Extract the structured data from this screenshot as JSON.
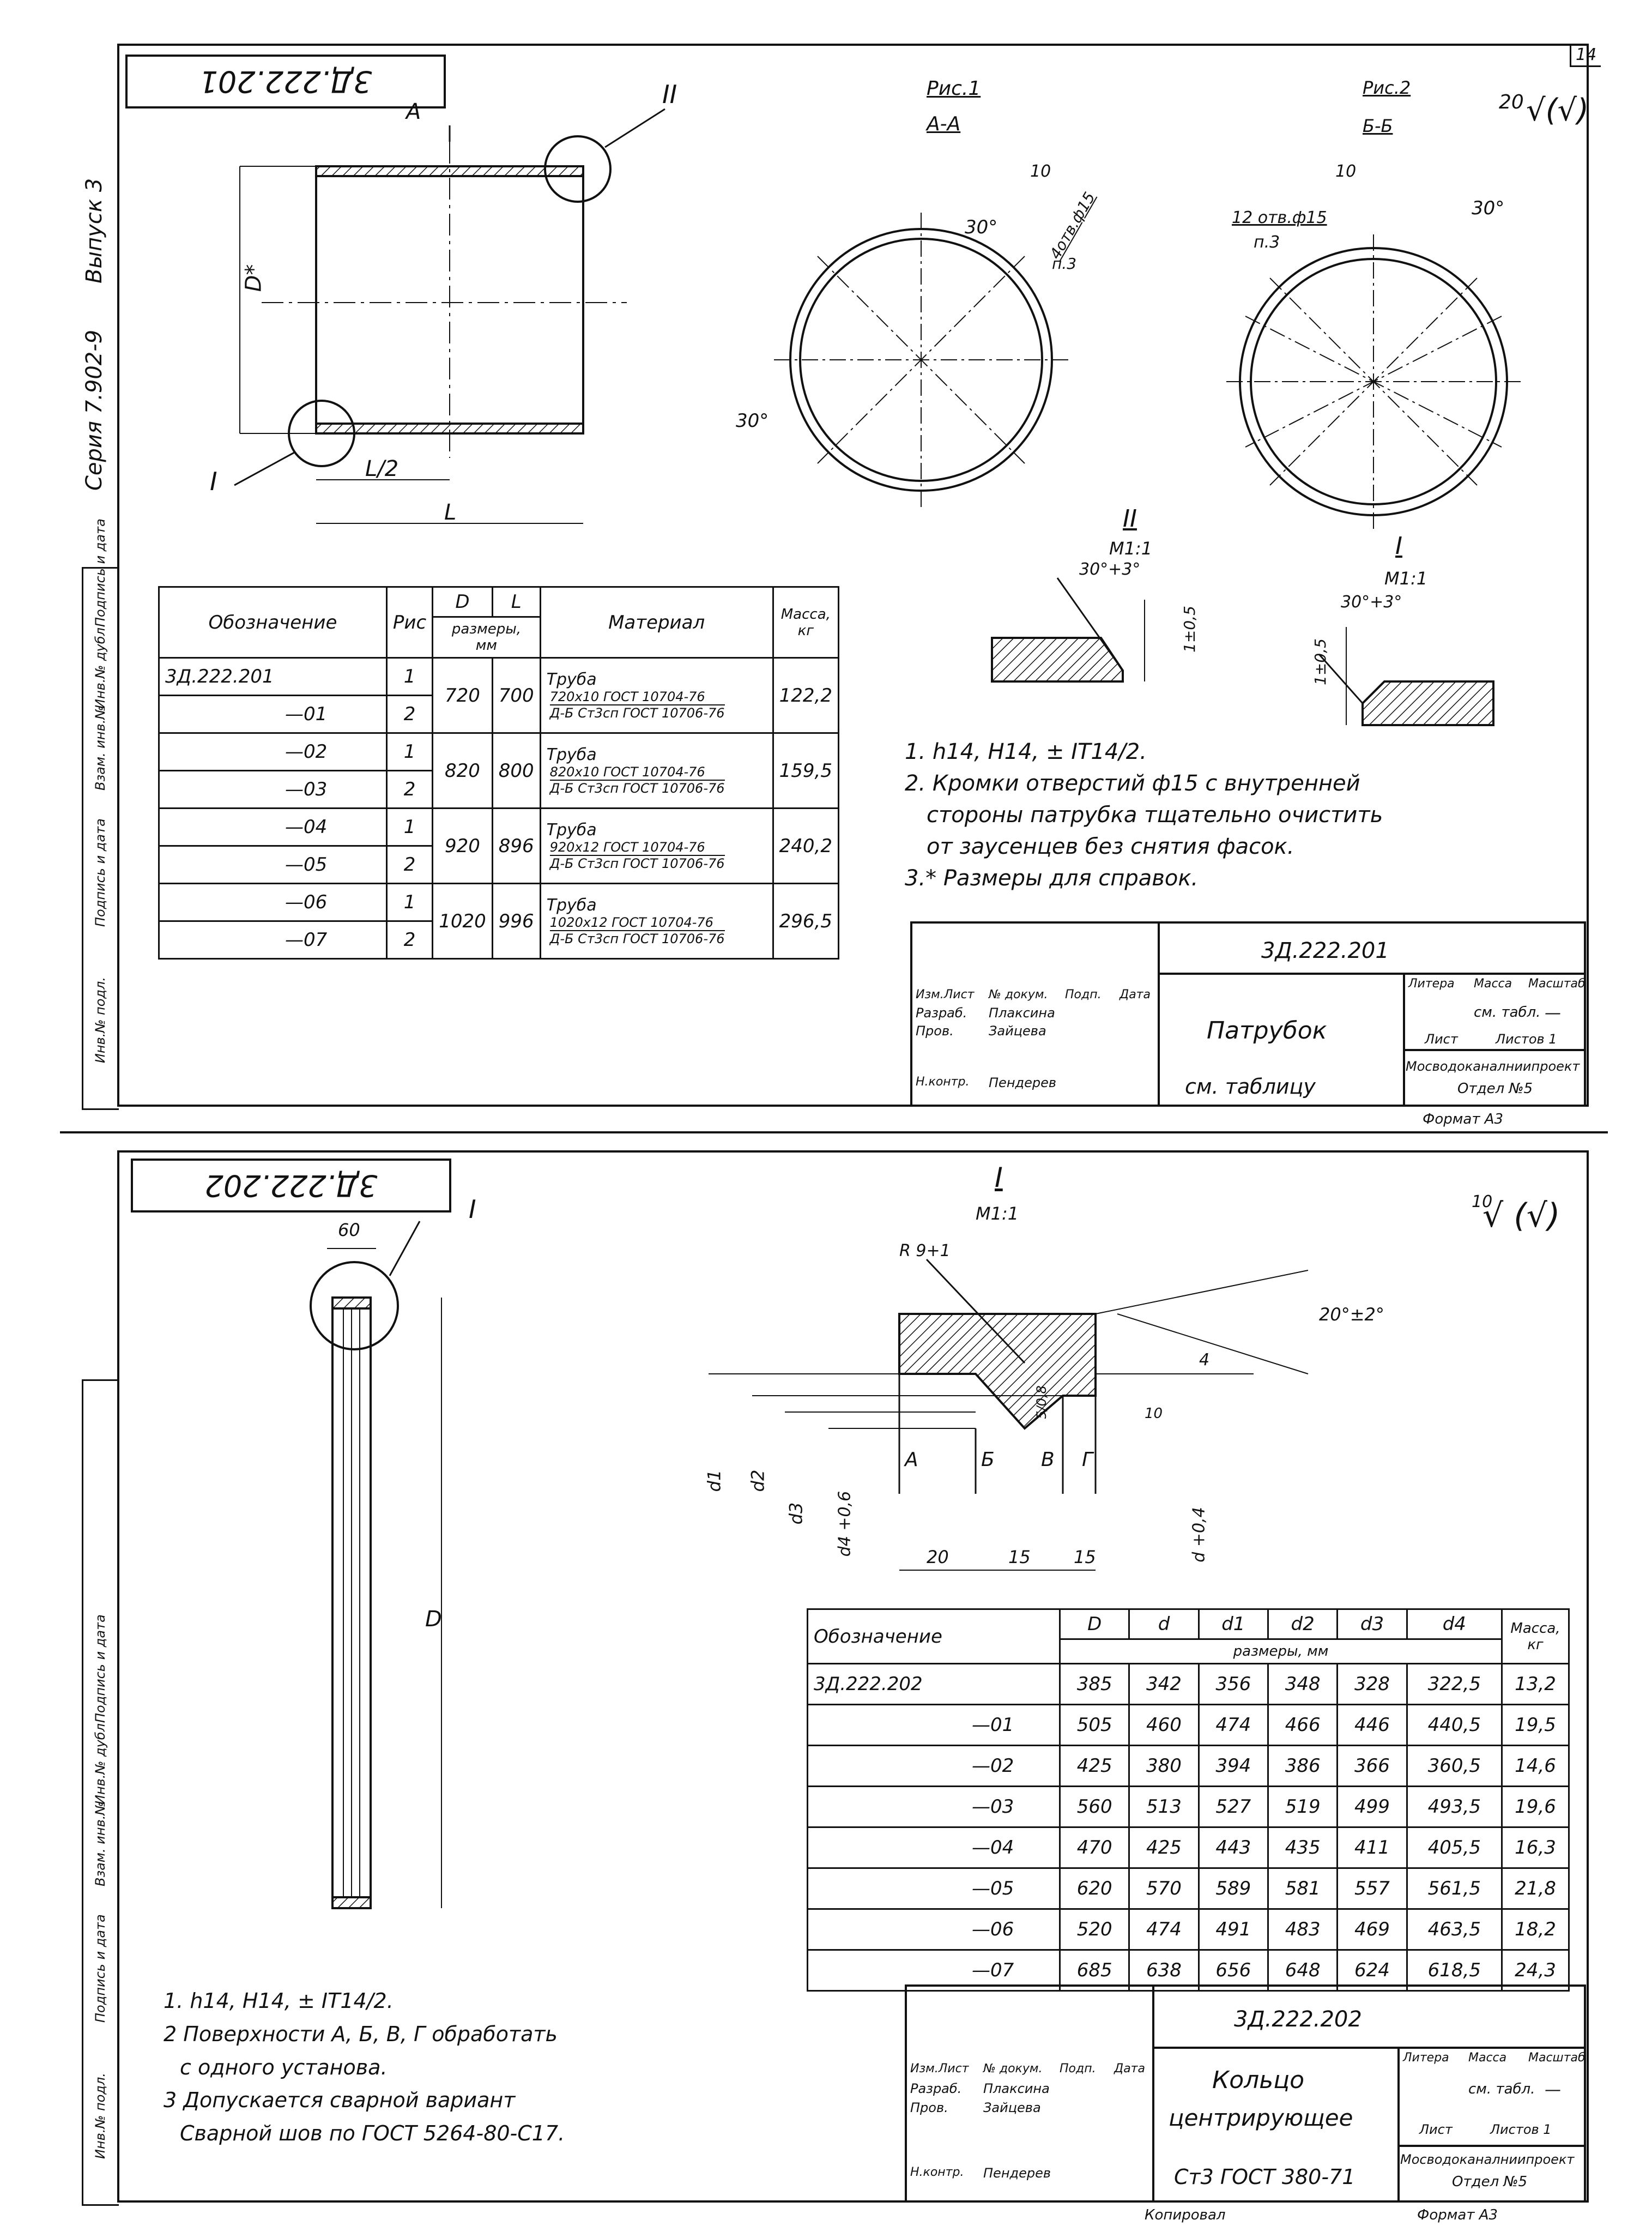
{
  "sheet_number": "14",
  "series_label": "Серия 7.902-9",
  "issue_label": "Выпуск 3",
  "binding_labels": [
    "Инв.№ подл.",
    "Подпись и дата",
    "Взам. инв.№",
    "Инв.№ дубл.",
    "Подпись и дата"
  ],
  "top": {
    "code_stamp": "3Д.222.201",
    "fig1_title": "Рис.1",
    "fig1_section": "А-А",
    "fig2_title": "Рис.2",
    "fig2_section": "Б-Б",
    "roughness": "20",
    "fig1_hole_note": "4отв.ф15",
    "fig1_hole_ref": "п.3",
    "fig2_hole_note": "12 отв.ф15",
    "fig2_hole_ref": "п.3",
    "angle30": "30°",
    "dim10": "10",
    "section_A": "А",
    "callout_I": "I",
    "callout_II": "II",
    "dim_D": "D*",
    "dim_L": "L",
    "dim_L2": "L/2",
    "detail_II_title": "II",
    "detail_II_scale": "М1:1",
    "detail_II_angle": "30°+3°",
    "detail_II_dim": "1±0,5",
    "detail_I_title": "I",
    "detail_I_scale": "М1:1",
    "detail_I_angle": "30°+3°",
    "detail_I_dim": "1±0,5",
    "table": {
      "h_designation": "Обозначение",
      "h_fig": "Рис",
      "h_D": "D",
      "h_L": "L",
      "h_dims": "размеры, мм",
      "h_material": "Материал",
      "h_mass": "Масса, кг",
      "rows": [
        {
          "des": "3Д.222.201",
          "fig": "1"
        },
        {
          "des": "—01",
          "fig": "2"
        },
        {
          "des": "—02",
          "fig": "1"
        },
        {
          "des": "—03",
          "fig": "2"
        },
        {
          "des": "—04",
          "fig": "1"
        },
        {
          "des": "—05",
          "fig": "2"
        },
        {
          "des": "—06",
          "fig": "1"
        },
        {
          "des": "—07",
          "fig": "2"
        }
      ],
      "groups": [
        {
          "D": "720",
          "L": "700",
          "mat_pre": "Труба",
          "mat_top": "720х10 ГОСТ 10704-76",
          "mat_bot": "Д-Б Ст3сп ГОСТ 10706-76",
          "mass": "122,2"
        },
        {
          "D": "820",
          "L": "800",
          "mat_pre": "Труба",
          "mat_top": "820х10 ГОСТ 10704-76",
          "mat_bot": "Д-Б Ст3сп ГОСТ 10706-76",
          "mass": "159,5"
        },
        {
          "D": "920",
          "L": "896",
          "mat_pre": "Труба",
          "mat_top": "920х12 ГОСТ 10704-76",
          "mat_bot": "Д-Б Ст3сп ГОСТ 10706-76",
          "mass": "240,2"
        },
        {
          "D": "1020",
          "L": "996",
          "mat_pre": "Труба",
          "mat_top": "1020х12 ГОСТ 10704-76",
          "mat_bot": "Д-Б Ст3сп ГОСТ 10706-76",
          "mass": "296,5"
        }
      ]
    },
    "notes": [
      "1. h14, H14, ± IT14/2.",
      "2. Кромки отверстий ф15 с внутренней",
      "стороны патрубка тщательно очистить",
      "от заусенцев без снятия фасок.",
      "3.* Размеры для справок."
    ],
    "title_block": {
      "doc_code": "3Д.222.201",
      "name": "Патрубок",
      "material": "см. таблицу",
      "h_change": "Изм.Лист",
      "h_doc": "№ докум.",
      "h_sign": "Подп.",
      "h_date": "Дата",
      "r_dev": "Разраб.",
      "r_dev_name": "Плаксина",
      "r_chk": "Пров.",
      "r_chk_name": "Зайцева",
      "r_nk": "Н.контр.",
      "r_nk_name": "Пендерев",
      "h_lit": "Литера",
      "h_mass": "Масса",
      "h_scale": "Масштаб",
      "mass_val": "см. табл.",
      "scale_val": "—",
      "sheet": "Лист",
      "sheets": "Листов 1",
      "org": "Мосводоканалниипроект",
      "dept": "Отдел №5",
      "format": "Формат А3"
    }
  },
  "bottom": {
    "code_stamp": "3Д.222.202",
    "detail_title": "I",
    "detail_scale": "М1:1",
    "roughness": "10",
    "dim60": "60",
    "dim_D": "D",
    "callout_I": "I",
    "r_label": "R 9+1",
    "angle": "20°±2°",
    "dim4": "4",
    "dim10": "10",
    "dim_s": "5/0,8",
    "dims": [
      "d1",
      "d2",
      "d3",
      "d4 +0,6",
      "d +0,4"
    ],
    "surfaces": [
      "А",
      "Б",
      "В",
      "Г"
    ],
    "bdims": [
      "20",
      "15",
      "15"
    ],
    "table": {
      "h_designation": "Обозначение",
      "cols": [
        "D",
        "d",
        "d1",
        "d2",
        "d3",
        "d4"
      ],
      "h_dims": "размеры, мм",
      "h_mass": "Масса, кг",
      "rows": [
        {
          "des": "3Д.222.202",
          "vals": [
            "385",
            "342",
            "356",
            "348",
            "328",
            "322,5"
          ],
          "mass": "13,2"
        },
        {
          "des": "—01",
          "vals": [
            "505",
            "460",
            "474",
            "466",
            "446",
            "440,5"
          ],
          "mass": "19,5"
        },
        {
          "des": "—02",
          "vals": [
            "425",
            "380",
            "394",
            "386",
            "366",
            "360,5"
          ],
          "mass": "14,6"
        },
        {
          "des": "—03",
          "vals": [
            "560",
            "513",
            "527",
            "519",
            "499",
            "493,5"
          ],
          "mass": "19,6"
        },
        {
          "des": "—04",
          "vals": [
            "470",
            "425",
            "443",
            "435",
            "411",
            "405,5"
          ],
          "mass": "16,3"
        },
        {
          "des": "—05",
          "vals": [
            "620",
            "570",
            "589",
            "581",
            "557",
            "561,5"
          ],
          "mass": "21,8"
        },
        {
          "des": "—06",
          "vals": [
            "520",
            "474",
            "491",
            "483",
            "469",
            "463,5"
          ],
          "mass": "18,2"
        },
        {
          "des": "—07",
          "vals": [
            "685",
            "638",
            "656",
            "648",
            "624",
            "618,5"
          ],
          "mass": "24,3"
        }
      ]
    },
    "notes": [
      "1. h14, H14, ± IT14/2.",
      "2 Поверхности А, Б, В, Г обработать",
      "с одного установа.",
      "3 Допускается сварной вариант",
      "Сварной шов по ГОСТ 5264-80-С17."
    ],
    "title_block": {
      "doc_code": "3Д.222.202",
      "name1": "Кольцо",
      "name2": "центрирующее",
      "material": "Ст3 ГОСТ 380-71",
      "h_change": "Изм.Лист",
      "h_doc": "№ докум.",
      "h_sign": "Подп.",
      "h_date": "Дата",
      "r_dev": "Разраб.",
      "r_dev_name": "Плаксина",
      "r_chk": "Пров.",
      "r_chk_name": "Зайцева",
      "r_nk": "Н.контр.",
      "r_nk_name": "Пендерев",
      "h_lit": "Литера",
      "h_mass": "Масса",
      "h_scale": "Масштаб",
      "mass_val": "см. табл.",
      "scale_val": "—",
      "sheet": "Лист",
      "sheets": "Листов 1",
      "org": "Мосводоканалниипроект",
      "dept": "Отдел №5",
      "copied": "Копировал",
      "format": "Формат А3"
    }
  }
}
